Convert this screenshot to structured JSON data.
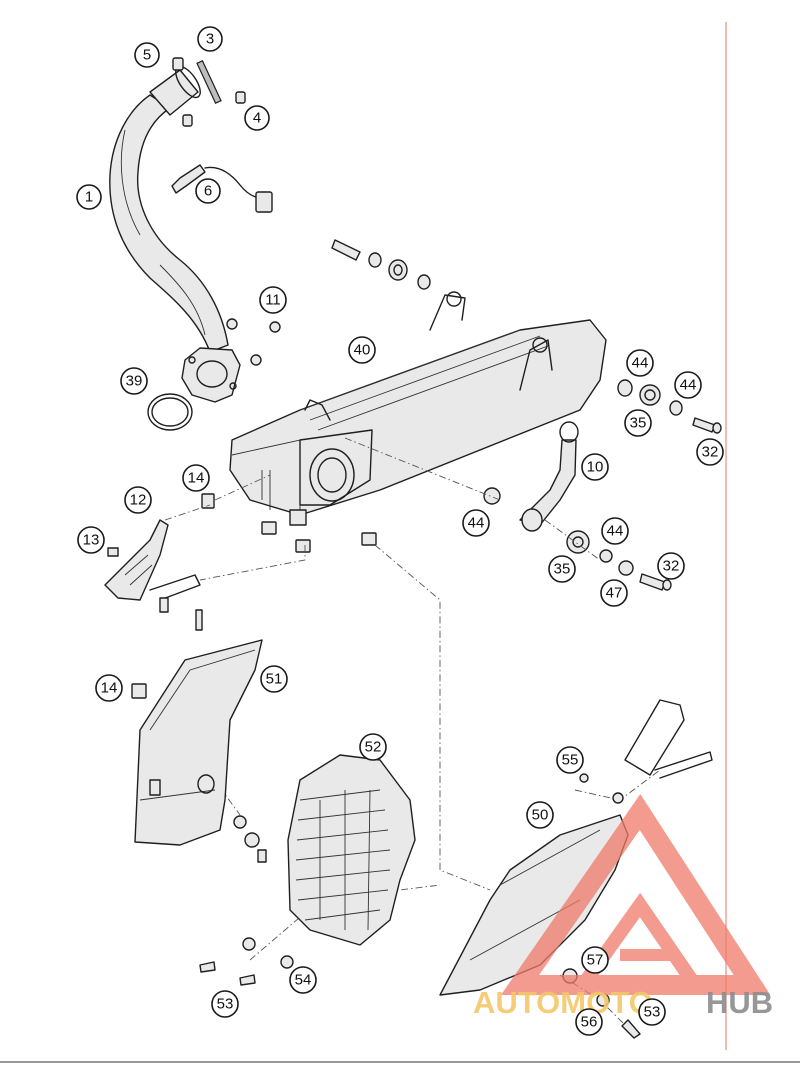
{
  "callouts": [
    {
      "id": "c1",
      "label": "1"
    },
    {
      "id": "c3",
      "label": "3"
    },
    {
      "id": "c4",
      "label": "4"
    },
    {
      "id": "c5",
      "label": "5"
    },
    {
      "id": "c6",
      "label": "6"
    },
    {
      "id": "c10",
      "label": "10"
    },
    {
      "id": "c11",
      "label": "11"
    },
    {
      "id": "c12",
      "label": "12"
    },
    {
      "id": "c13",
      "label": "13"
    },
    {
      "id": "c14a",
      "label": "14"
    },
    {
      "id": "c14b",
      "label": "14"
    },
    {
      "id": "c32a",
      "label": "32"
    },
    {
      "id": "c32b",
      "label": "32"
    },
    {
      "id": "c35a",
      "label": "35"
    },
    {
      "id": "c35b",
      "label": "35"
    },
    {
      "id": "c39",
      "label": "39"
    },
    {
      "id": "c40",
      "label": "40"
    },
    {
      "id": "c44a",
      "label": "44"
    },
    {
      "id": "c44b",
      "label": "44"
    },
    {
      "id": "c44c",
      "label": "44"
    },
    {
      "id": "c44d",
      "label": "44"
    },
    {
      "id": "c47",
      "label": "47"
    },
    {
      "id": "c50",
      "label": "50"
    },
    {
      "id": "c51",
      "label": "51"
    },
    {
      "id": "c52",
      "label": "52"
    },
    {
      "id": "c53a",
      "label": "53"
    },
    {
      "id": "c53b",
      "label": "53"
    },
    {
      "id": "c54",
      "label": "54"
    },
    {
      "id": "c55",
      "label": "55"
    },
    {
      "id": "c56",
      "label": "56"
    },
    {
      "id": "c57",
      "label": "57"
    }
  ],
  "watermark": {
    "part1": "AUTOMOTO",
    "part2": "HUB",
    "color1": "#f5c76a",
    "color2": "#8c8c8c",
    "logo_color": "#f07a6a"
  }
}
